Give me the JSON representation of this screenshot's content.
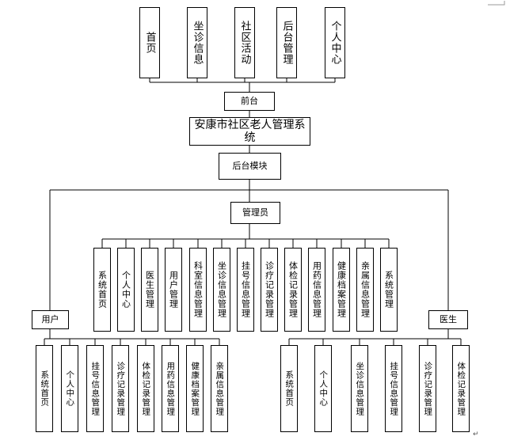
{
  "frontend_pages": [
    "首页",
    "坐诊信息",
    "社区活动",
    "后台管理",
    "个人中心"
  ],
  "frontend_label": "前台",
  "system_title": "安康市社区老人管理系统",
  "backend_label": "后台模块",
  "admin": {
    "label": "管理员",
    "modules": [
      "系统首页",
      "个人中心",
      "医生管理",
      "用户管理",
      "科室信息管理",
      "坐诊信息管理",
      "挂号信息管理",
      "诊疗记录管理",
      "体检记录管理",
      "用药信息管理",
      "健康档案管理",
      "亲属信息管理",
      "系统管理"
    ]
  },
  "user": {
    "label": "用户",
    "modules": [
      "系统首页",
      "个人中心",
      "挂号信息管理",
      "诊疗记录管理",
      "体检记录管理",
      "用药信息管理",
      "健康档案管理",
      "亲属信息管理"
    ]
  },
  "doctor": {
    "label": "医生",
    "modules": [
      "系统首页",
      "个人中心",
      "坐诊信息管理",
      "挂号信息管理",
      "诊疗记录管理",
      "体检记录管理"
    ]
  }
}
